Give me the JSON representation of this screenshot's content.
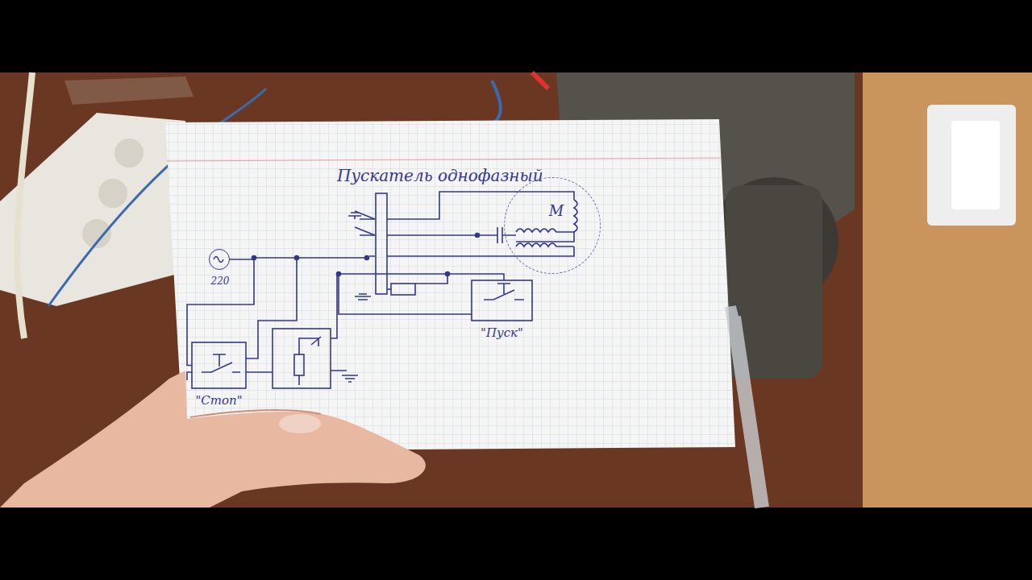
{
  "diagram": {
    "title": "Пускатель однофазный",
    "nodes": [
      {
        "text": [
          "220"
        ]
      },
      {
        "text": [
          "\"Стоп\""
        ]
      },
      {
        "text": [
          "\"Пуск\""
        ]
      },
      {
        "text": [
          "M"
        ]
      }
    ],
    "edges": [
      {
        "from": 0,
        "to": 1,
        "arrow": "none"
      }
    ]
  }
}
